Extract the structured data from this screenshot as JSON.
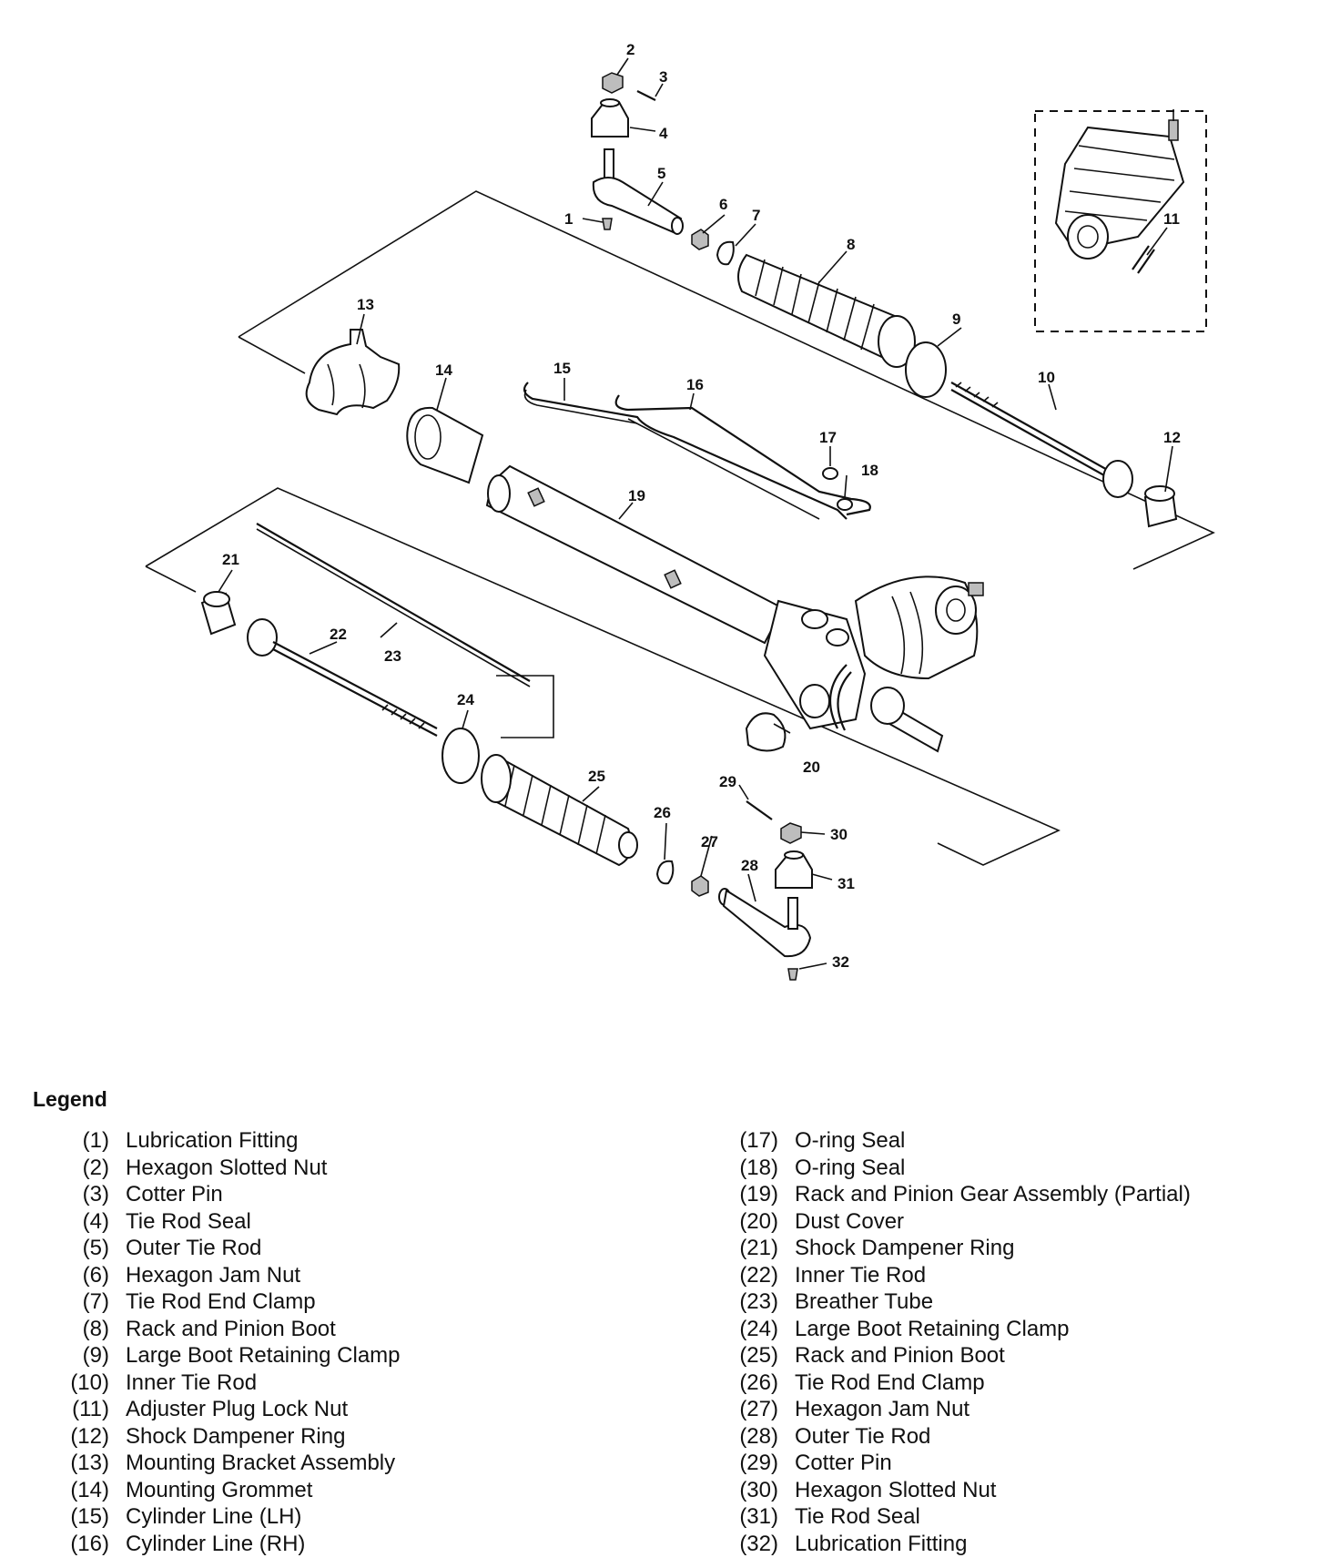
{
  "diagram": {
    "callouts": [
      "1",
      "2",
      "3",
      "4",
      "5",
      "6",
      "7",
      "8",
      "9",
      "10",
      "11",
      "12",
      "13",
      "14",
      "15",
      "16",
      "17",
      "18",
      "19",
      "20",
      "21",
      "22",
      "23",
      "24",
      "25",
      "26",
      "27",
      "28",
      "29",
      "30",
      "31",
      "32"
    ]
  },
  "legend": {
    "title": "Legend",
    "items": [
      {
        "num": "(1)",
        "label": "Lubrication Fitting"
      },
      {
        "num": "(2)",
        "label": "Hexagon Slotted Nut"
      },
      {
        "num": "(3)",
        "label": "Cotter Pin"
      },
      {
        "num": "(4)",
        "label": "Tie Rod Seal"
      },
      {
        "num": "(5)",
        "label": "Outer Tie Rod"
      },
      {
        "num": "(6)",
        "label": "Hexagon Jam Nut"
      },
      {
        "num": "(7)",
        "label": "Tie Rod End Clamp"
      },
      {
        "num": "(8)",
        "label": "Rack and Pinion Boot"
      },
      {
        "num": "(9)",
        "label": "Large Boot Retaining Clamp"
      },
      {
        "num": "(10)",
        "label": "Inner Tie Rod"
      },
      {
        "num": "(11)",
        "label": "Adjuster Plug Lock Nut"
      },
      {
        "num": "(12)",
        "label": "Shock Dampener Ring"
      },
      {
        "num": "(13)",
        "label": "Mounting Bracket Assembly"
      },
      {
        "num": "(14)",
        "label": "Mounting Grommet"
      },
      {
        "num": "(15)",
        "label": "Cylinder Line (LH)"
      },
      {
        "num": "(16)",
        "label": "Cylinder Line (RH)"
      },
      {
        "num": "(17)",
        "label": "O-ring Seal"
      },
      {
        "num": "(18)",
        "label": "O-ring Seal"
      },
      {
        "num": "(19)",
        "label": "Rack and Pinion Gear Assembly (Partial)"
      },
      {
        "num": "(20)",
        "label": "Dust Cover"
      },
      {
        "num": "(21)",
        "label": "Shock Dampener Ring"
      },
      {
        "num": "(22)",
        "label": "Inner Tie Rod"
      },
      {
        "num": "(23)",
        "label": "Breather Tube"
      },
      {
        "num": "(24)",
        "label": "Large Boot Retaining Clamp"
      },
      {
        "num": "(25)",
        "label": "Rack and Pinion Boot"
      },
      {
        "num": "(26)",
        "label": "Tie Rod End Clamp"
      },
      {
        "num": "(27)",
        "label": "Hexagon Jam Nut"
      },
      {
        "num": "(28)",
        "label": "Outer Tie Rod"
      },
      {
        "num": "(29)",
        "label": "Cotter Pin"
      },
      {
        "num": "(30)",
        "label": "Hexagon Slotted Nut"
      },
      {
        "num": "(31)",
        "label": "Tie Rod Seal"
      },
      {
        "num": "(32)",
        "label": "Lubrication Fitting"
      }
    ]
  }
}
